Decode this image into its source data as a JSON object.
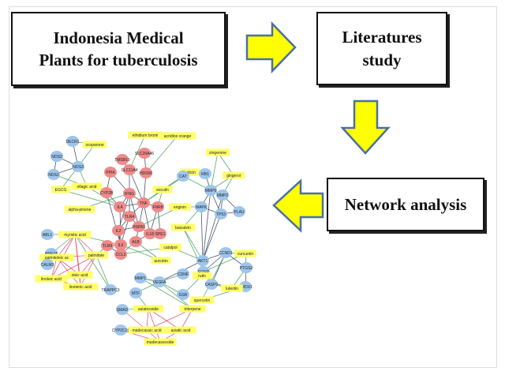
{
  "boxes": {
    "plants": {
      "line1": "Indonesia Medical",
      "line2": "Plants for tuberculosis"
    },
    "literature": {
      "line1": "Literatures",
      "line2": "study"
    },
    "network": {
      "label": "Network analysis"
    }
  },
  "colors": {
    "arrow_fill": "#ffff00",
    "arrow_stroke": "#4a6fa5",
    "gene_node": "#9ec5ec",
    "compound_node": "#ffff66",
    "target_node": "#f08a8a",
    "edge_red": "#e0405a",
    "edge_green": "#3a9a55",
    "edge_dark": "#2b3a55"
  },
  "network": {
    "nodes": [
      {
        "label": "DECR1",
        "type": "gene"
      },
      {
        "label": "scoparone",
        "type": "compound"
      },
      {
        "label": "NOS2",
        "type": "gene"
      },
      {
        "label": "NOS3",
        "type": "gene"
      },
      {
        "label": "NOS1",
        "type": "gene"
      },
      {
        "label": "EGCG",
        "type": "compound"
      },
      {
        "label": "ellagic acid",
        "type": "compound"
      },
      {
        "label": "alpha-pinene",
        "type": "compound"
      },
      {
        "label": "ethidium bromi",
        "type": "compound"
      },
      {
        "label": "acridine orange",
        "type": "compound"
      },
      {
        "label": "TMSB10",
        "type": "target"
      },
      {
        "label": "SLC29A46",
        "type": "target"
      },
      {
        "label": "PPIA",
        "type": "target"
      },
      {
        "label": "SLC11A4",
        "type": "target"
      },
      {
        "label": "HDS56",
        "type": "target"
      },
      {
        "label": "CYP2B",
        "type": "target"
      },
      {
        "label": "IFNG",
        "type": "target"
      },
      {
        "label": "IL4",
        "type": "target"
      },
      {
        "label": "TNF",
        "type": "target"
      },
      {
        "label": "TLR4",
        "type": "target"
      },
      {
        "label": "IL2",
        "type": "target"
      },
      {
        "label": "HSPA1",
        "type": "target"
      },
      {
        "label": "FNR8",
        "type": "target"
      },
      {
        "label": "IL18",
        "type": "target"
      },
      {
        "label": "IL6",
        "type": "target"
      },
      {
        "label": "TLR9",
        "type": "target"
      },
      {
        "label": "CCL2",
        "type": "target"
      },
      {
        "label": "ALB",
        "type": "target"
      },
      {
        "label": "SPE1",
        "type": "target"
      },
      {
        "label": "esculin",
        "type": "compound"
      },
      {
        "label": "salicin",
        "type": "compound"
      },
      {
        "label": "CAT",
        "type": "gene"
      },
      {
        "label": "zingerone",
        "type": "compound"
      },
      {
        "label": "RB1",
        "type": "gene"
      },
      {
        "label": "gingerol",
        "type": "compound"
      },
      {
        "label": "MMP9",
        "type": "gene"
      },
      {
        "label": "MMP2",
        "type": "gene"
      },
      {
        "label": "MAPK",
        "type": "gene"
      },
      {
        "label": "eriginin",
        "type": "compound"
      },
      {
        "label": "TP53",
        "type": "gene"
      },
      {
        "label": "PLAU",
        "type": "gene"
      },
      {
        "label": "baicalein",
        "type": "compound"
      },
      {
        "label": "ABL1",
        "type": "gene"
      },
      {
        "label": "myristic acid",
        "type": "compound"
      },
      {
        "label": "HNF4A",
        "type": "gene"
      },
      {
        "label": "palmitoleic ac",
        "type": "compound"
      },
      {
        "label": "palmitate",
        "type": "compound"
      },
      {
        "label": "CALM3",
        "type": "gene"
      },
      {
        "label": "linoleic acid",
        "type": "compound"
      },
      {
        "label": "oleic acid",
        "type": "compound"
      },
      {
        "label": "linolenic acid",
        "type": "compound"
      },
      {
        "label": "catalpol",
        "type": "compound"
      },
      {
        "label": "aucubin",
        "type": "compound"
      },
      {
        "label": "AKT1",
        "type": "gene"
      },
      {
        "label": "EGFR",
        "type": "gene"
      },
      {
        "label": "curcumin",
        "type": "compound"
      },
      {
        "label": "CCND1",
        "type": "gene"
      },
      {
        "label": "PTGS2",
        "type": "gene"
      },
      {
        "label": "CASP3",
        "type": "gene"
      },
      {
        "label": "HMOX1",
        "type": "gene"
      },
      {
        "label": "TRAPPC3",
        "type": "gene"
      },
      {
        "label": "MMP1",
        "type": "gene"
      },
      {
        "label": "VEGFA",
        "type": "gene"
      },
      {
        "label": "CDNF",
        "type": "gene"
      },
      {
        "label": "rutin",
        "type": "compound"
      },
      {
        "label": "luteolin",
        "type": "compound"
      },
      {
        "label": "GSR",
        "type": "gene"
      },
      {
        "label": "quercetin",
        "type": "compound"
      },
      {
        "label": "MTF",
        "type": "gene"
      },
      {
        "label": "SMAD",
        "type": "gene"
      },
      {
        "label": "asiaticoside",
        "type": "compound"
      },
      {
        "label": "triterpene",
        "type": "compound"
      },
      {
        "label": "CYP2C19",
        "type": "gene"
      },
      {
        "label": "madecassic acid",
        "type": "compound"
      },
      {
        "label": "asiatic acid",
        "type": "compound"
      },
      {
        "label": "madecassoside",
        "type": "compound"
      }
    ]
  }
}
